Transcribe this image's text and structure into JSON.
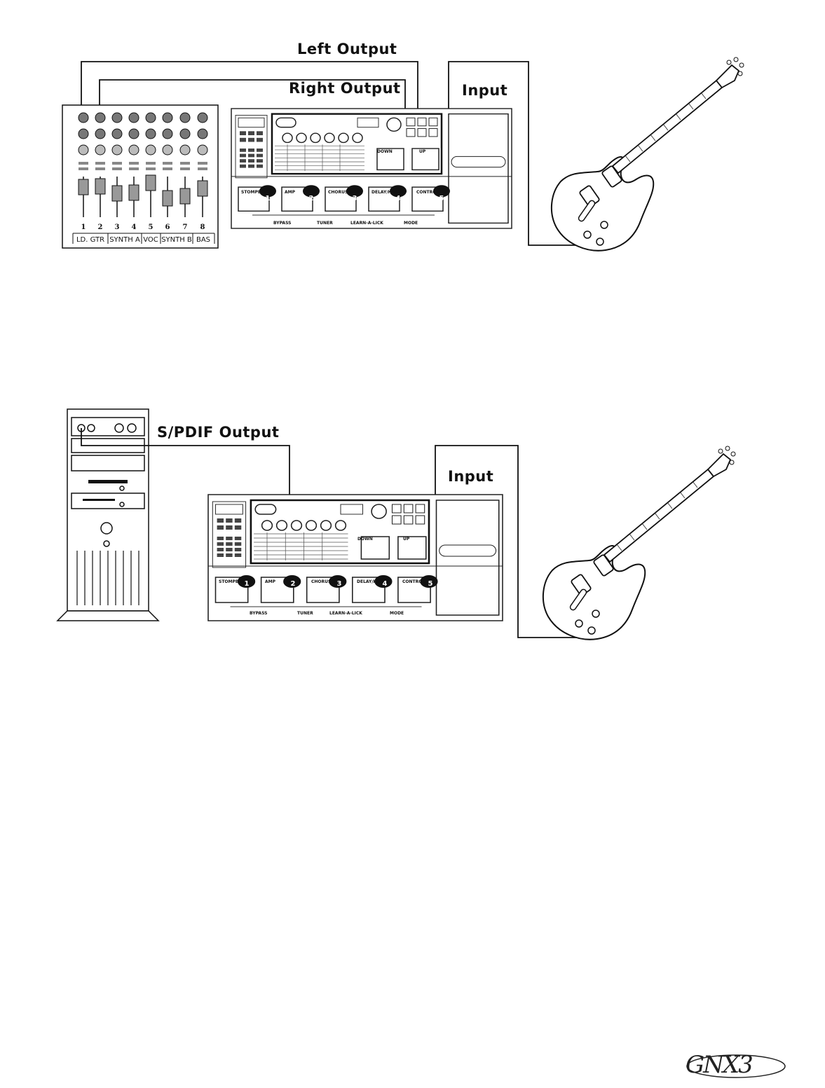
{
  "diagram1": {
    "labels": {
      "left_output": "Left Output",
      "right_output": "Right Output",
      "input": "Input"
    },
    "mixer": {
      "channel_numbers": [
        "1",
        "2",
        "3",
        "4",
        "5",
        "6",
        "7",
        "8"
      ],
      "channel_names": [
        "LD. GTR",
        "SYNTH A",
        "VOC",
        "SYNTH B",
        "BAS"
      ]
    }
  },
  "diagram2": {
    "labels": {
      "spdif_output": "S/PDIF Output",
      "input": "Input"
    }
  },
  "gnx3": {
    "footswitches": [
      "STOMPBOX",
      "AMP",
      "CHORUS/MOD",
      "DELAY/HUSTAP",
      "CONTROL"
    ],
    "footswitch_numbers": [
      "1",
      "2",
      "3",
      "4",
      "5"
    ],
    "function_labels": [
      "BYPASS",
      "TUNER",
      "LEARN-A-LICK",
      "MODE"
    ],
    "nav": [
      "DOWN",
      "UP"
    ]
  },
  "footer": {
    "logo": "GNX3"
  }
}
